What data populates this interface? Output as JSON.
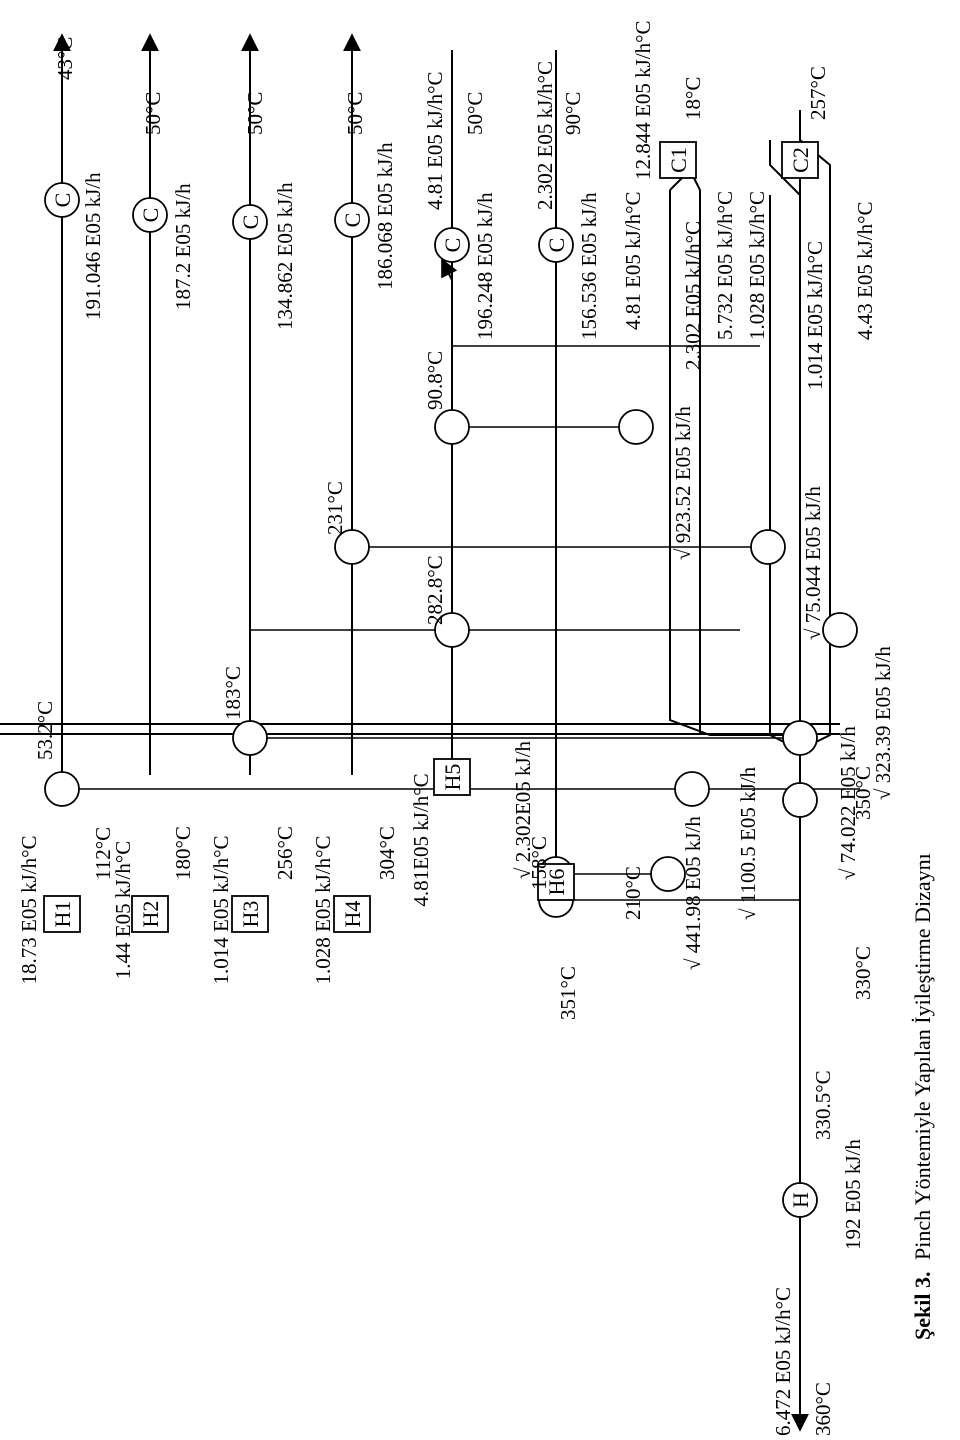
{
  "caption": {
    "label": "Şekil 3.",
    "text": "Pinch Yöntemiyle Yapılan İyileştirme Dizaynı"
  },
  "hot_streams": [
    {
      "id": "H1",
      "duty": "18.73 E05 kJ/h°C",
      "target_temp": "112°C"
    },
    {
      "id": "H2",
      "duty": "1.44 E05 kJ/h°C",
      "source_temp": "180°C"
    },
    {
      "id": "H3",
      "duty": "1.014 E05 kJ/h°C",
      "source_temp": "256°C"
    },
    {
      "id": "H4",
      "duty": "1.028 E05 kJ/h°C",
      "source_temp": "304°C"
    },
    {
      "id": "H5",
      "duty": "4.81E05 kJ/h°C"
    },
    {
      "id": "H6",
      "duty": "√ 2.302E05 kJ/h",
      "source_temp": "351°C"
    }
  ],
  "cold_side": {
    "c1": {
      "id": "C1",
      "duty": "12.844 E05 kJ/h°C",
      "temp": "18°C"
    },
    "c2": {
      "id": "C2",
      "temp": "257°C"
    },
    "cp_labels": [
      "4.81 E05 kJ/h°C",
      "2.302 E05 kJ/h°C",
      "5.732 E05 kJ/h°C",
      "1.028 E05 kJ/h°C",
      "1.014 E05 kJ/h°C",
      "4.43 E05 kJ/h°C"
    ]
  },
  "coolers": [
    {
      "label": "C",
      "duty": "191.046 E05 kJ/h",
      "outlet": "43°C"
    },
    {
      "label": "C",
      "duty": "187.2 E05 kJ/h",
      "outlet": "50°C"
    },
    {
      "label": "C",
      "duty": "134.862 E05 kJ/h",
      "outlet": "50°C"
    },
    {
      "label": "C",
      "duty": "186.068 E05 kJ/h",
      "outlet": "50°C"
    },
    {
      "label": "C",
      "duty": "196.248 E05 kJ/h",
      "outlet": "50°C",
      "cp": "4.81 E05 kJ/h°C"
    },
    {
      "label": "C",
      "duty": "156.536 E05 kJ/h",
      "outlet": "90°C",
      "cp": "2.302 E05 kJ/h°C"
    }
  ],
  "heater": {
    "label": "H",
    "duty": "192 E05 kJ/h",
    "cp": "6.472 E05 kJ/h°C",
    "outlet": "360°C",
    "inlet": "330.5°C"
  },
  "temperatures": {
    "t532": "53.2°C",
    "t183": "183°C",
    "t231": "231°C",
    "t2828": "282.8°C",
    "t908": "90.8°C",
    "t158": "158°C",
    "t210": "210°C",
    "t350": "350°C",
    "t330": "330°C"
  },
  "exchanger_duties": {
    "q923": "√ 923.52 E05 kJ/h",
    "q441": "√ 441.98 E05 kJ/h",
    "q1100": "√ 1100.5 E05 kJ/h",
    "q75": "√ 75.044 E05 kJ/h",
    "q74": "√ 74.022 E05 kJ/h",
    "q323": "√ 323.39 E05 kJ/h"
  }
}
